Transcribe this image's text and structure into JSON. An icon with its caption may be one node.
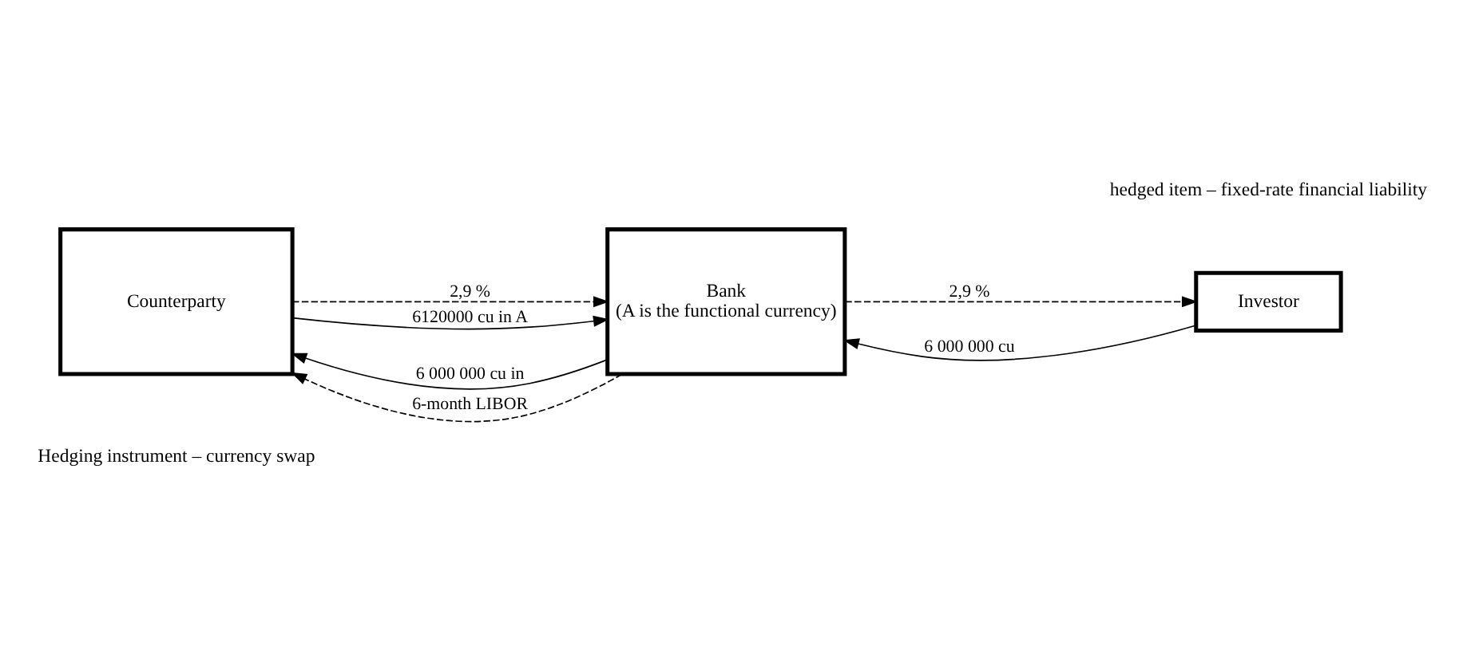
{
  "diagram": {
    "nodes": [
      {
        "text": [
          "Counterparty"
        ]
      },
      {
        "text": [
          "Bank",
          "(A is the functional currency)"
        ]
      },
      {
        "text": [
          "Investor"
        ]
      }
    ],
    "edges": [
      {
        "from": 1,
        "to": 0,
        "arrow": "to",
        "label": "6 000 000 cu in"
      },
      {
        "from": 0,
        "to": 1,
        "arrow": "to",
        "label": "2,9 %",
        "style": "dashed"
      },
      {
        "from": 0,
        "to": 1,
        "arrow": "to",
        "label": "6120000 cu in A"
      },
      {
        "from": 1,
        "to": 0,
        "arrow": "to",
        "label": "6-month LIBOR",
        "style": "dashed"
      },
      {
        "from": 2,
        "to": 1,
        "arrow": "to",
        "label": "6 000 000 cu"
      },
      {
        "from": 1,
        "to": 2,
        "arrow": "to",
        "label": "2,9 %",
        "style": "dashed"
      }
    ],
    "labels": [
      "hedged item – fixed-rate financial liability",
      "Hedging instrument – currency swap"
    ]
  }
}
